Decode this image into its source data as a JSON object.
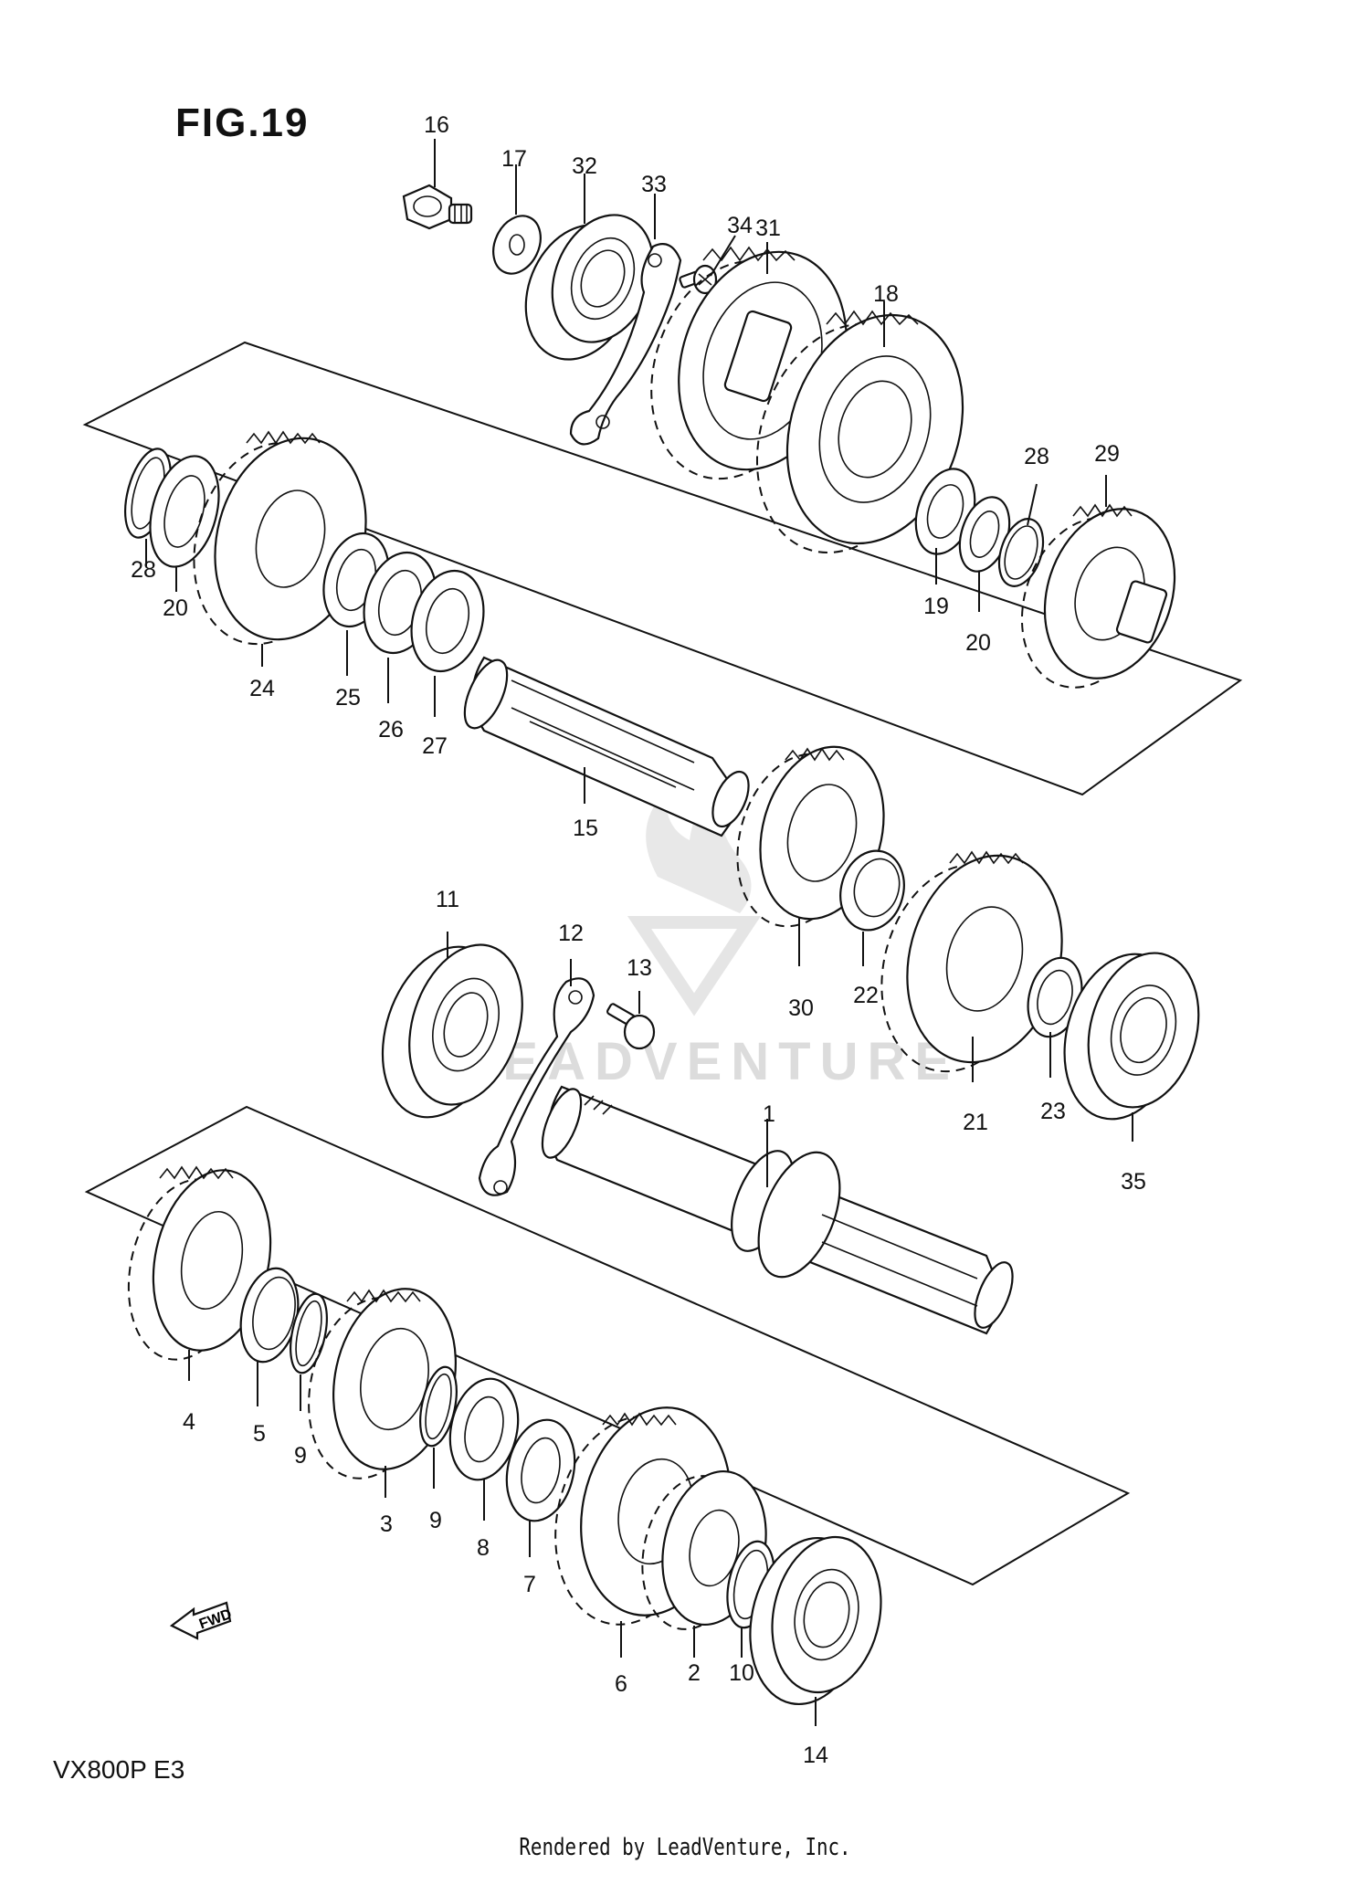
{
  "figure": {
    "title": "FIG.19",
    "model": "VX800P  E3",
    "footer": "Rendered by LeadVenture, Inc.",
    "watermark": "LEADVENTURE"
  },
  "callouts": [
    {
      "id": "c16",
      "label": "16"
    },
    {
      "id": "c17",
      "label": "17"
    },
    {
      "id": "c32",
      "label": "32"
    },
    {
      "id": "c33",
      "label": "33"
    },
    {
      "id": "c34",
      "label": "34"
    },
    {
      "id": "c31",
      "label": "31"
    },
    {
      "id": "c18",
      "label": "18"
    },
    {
      "id": "c28a",
      "label": "28"
    },
    {
      "id": "c29",
      "label": "29"
    },
    {
      "id": "c28b",
      "label": "28"
    },
    {
      "id": "c20a",
      "label": "20"
    },
    {
      "id": "c24",
      "label": "24"
    },
    {
      "id": "c25",
      "label": "25"
    },
    {
      "id": "c26",
      "label": "26"
    },
    {
      "id": "c27",
      "label": "27"
    },
    {
      "id": "c19",
      "label": "19"
    },
    {
      "id": "c20b",
      "label": "20"
    },
    {
      "id": "c15",
      "label": "15"
    },
    {
      "id": "c11",
      "label": "11"
    },
    {
      "id": "c12",
      "label": "12"
    },
    {
      "id": "c13",
      "label": "13"
    },
    {
      "id": "c30",
      "label": "30"
    },
    {
      "id": "c22",
      "label": "22"
    },
    {
      "id": "c21",
      "label": "21"
    },
    {
      "id": "c23",
      "label": "23"
    },
    {
      "id": "c35",
      "label": "35"
    },
    {
      "id": "c1",
      "label": "1"
    },
    {
      "id": "c4",
      "label": "4"
    },
    {
      "id": "c5",
      "label": "5"
    },
    {
      "id": "c9a",
      "label": "9"
    },
    {
      "id": "c3",
      "label": "3"
    },
    {
      "id": "c9b",
      "label": "9"
    },
    {
      "id": "c8",
      "label": "8"
    },
    {
      "id": "c7",
      "label": "7"
    },
    {
      "id": "c6",
      "label": "6"
    },
    {
      "id": "c2",
      "label": "2"
    },
    {
      "id": "c10",
      "label": "10"
    },
    {
      "id": "c14",
      "label": "14"
    }
  ],
  "fwd_label": "FWD"
}
